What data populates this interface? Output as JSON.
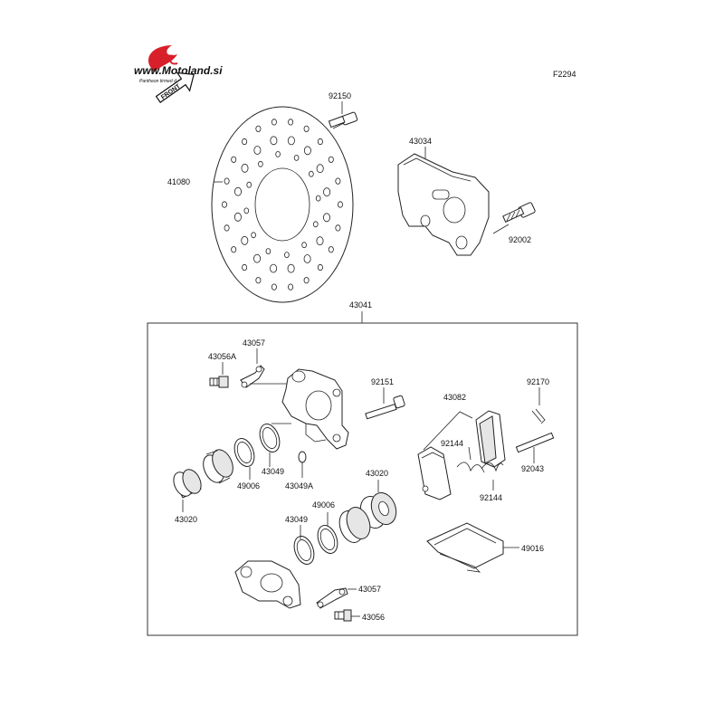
{
  "header": {
    "brand": "www.Motoland.si",
    "brand_sub": "Pantheon tirmed d.o.o.",
    "front_label": "FRONT",
    "figure_code": "F2294"
  },
  "labels": {
    "disc_bolt": "92150",
    "disc": "41080",
    "bracket": "43034",
    "bracket_bolt": "92002",
    "caliper_assy": "43041",
    "bleeder_cap": "43057",
    "bleeder_valve_a": "43056A",
    "caliper_pin_bolt": "92151",
    "pad_set": "43082",
    "cotter_pin": "92170",
    "pad_spring_upper": "92144",
    "pad_spring_lower": "92144",
    "pad_pin": "92043",
    "seal_upper": "43049",
    "boot_upper": "49006",
    "bleeder_a_lower": "43049A",
    "piston_right": "43020",
    "piston_left": "43020",
    "boot_lower": "49006",
    "seal_lower": "43049",
    "pad_spring_plate": "49016",
    "bleeder_cap_lower": "43057",
    "bleeder_valve": "43056"
  },
  "colors": {
    "brand_red": "#d8202a",
    "ink": "#222222"
  }
}
